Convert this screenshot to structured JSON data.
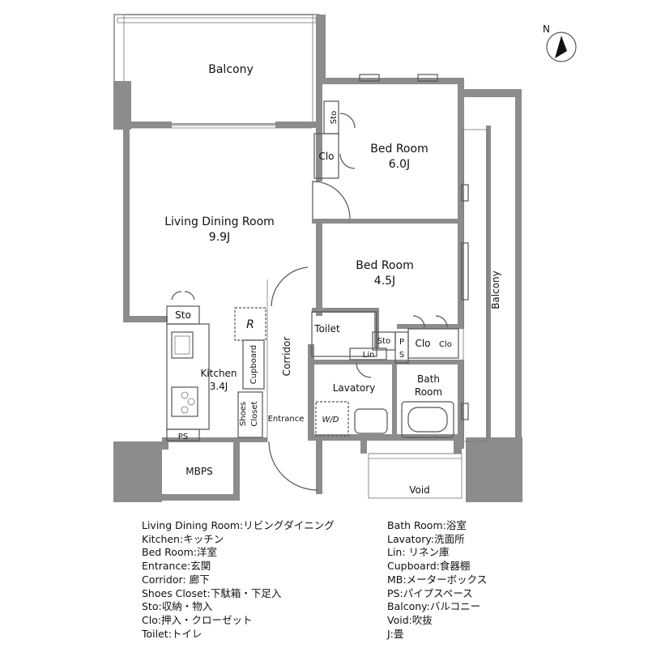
{
  "rooms": {
    "balcony_top": "Balcony",
    "bedroom1": {
      "name": "Bed Room",
      "size": "6.0J"
    },
    "living": {
      "name": "Living Dining Room",
      "size": "9.9J"
    },
    "bedroom2": {
      "name": "Bed Room",
      "size": "4.5J"
    },
    "balcony_right": "Balcony",
    "kitchen": {
      "name": "Kitchen",
      "size": "3.4J"
    },
    "corridor": "Corridor",
    "toilet": "Toilet",
    "lavatory": "Lavatory",
    "bath": {
      "line1": "Bath",
      "line2": "Room"
    },
    "entrance": "Entrance",
    "shoes": {
      "line1": "Shoes",
      "line2": "Closet"
    },
    "cupboard": "Cupboard",
    "mbps": "MBPS",
    "ps_kitchen": "PS",
    "ps_vertical": {
      "p": "P",
      "s": "S"
    },
    "sto_top": "Sto",
    "sto_kitchen": "Sto",
    "sto_toilet": "Sto",
    "clo_bed1": "Clo",
    "clo_bed2": "Clo",
    "clo_bed2_small": "Clo",
    "lin": "Lin",
    "wd": "W/D",
    "refrigerator": "R",
    "void": "Void",
    "compass_n": "N"
  },
  "legend": {
    "left": [
      "Living Dining Room:リビングダイニング",
      "Kitchen:キッチン",
      "Bed Room:洋室",
      "Entrance:玄関",
      "Corridor: 廊下",
      "Shoes Closet:下駄箱・下足入",
      "Sto:収納・物入",
      "Clo:押入・クローゼット",
      "Toilet:トイレ"
    ],
    "right": [
      "Bath Room:浴室",
      "Lavatory:洗面所",
      "Lin: リネン庫",
      "Cupboard:食器棚",
      "MB:メーターボックス",
      "PS:パイプスペース",
      "Balcony:バルコニー",
      "Void:吹抜",
      "J:畳"
    ]
  }
}
